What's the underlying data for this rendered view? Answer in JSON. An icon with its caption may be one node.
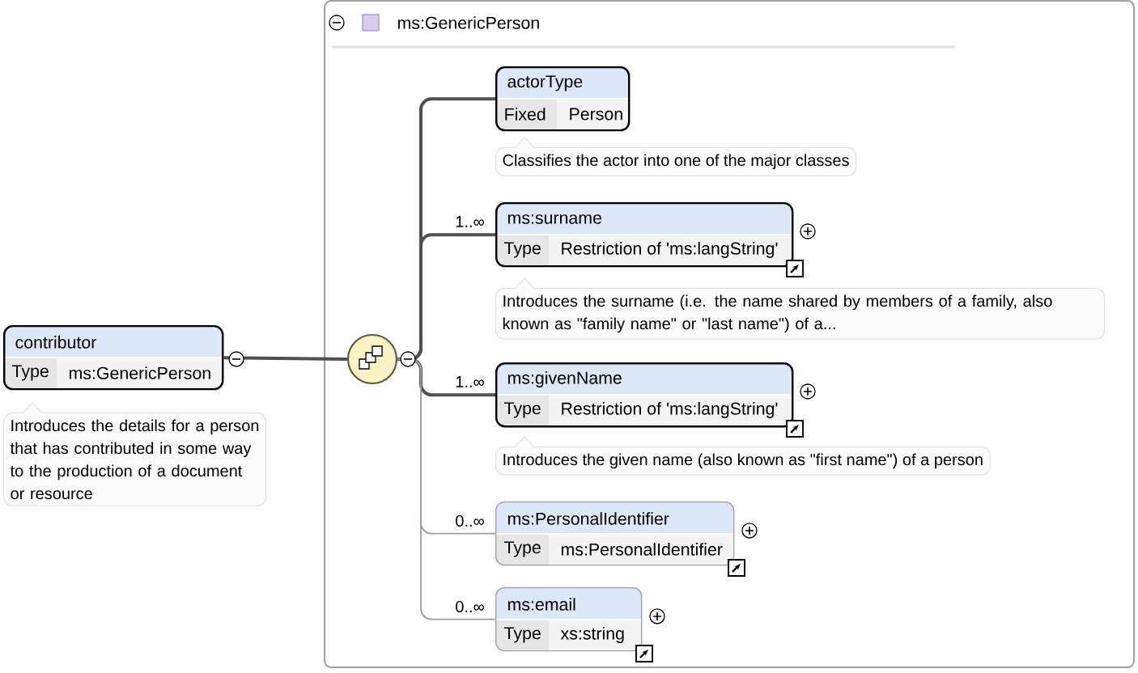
{
  "diagram": {
    "nodes": [
      {
        "text": [
          "contributor",
          "Type",
          "ms:GenericPerson"
        ],
        "beside": [
          "Introduces the details for a person that has contributed in some way to the production of a document or resource"
        ]
      },
      {
        "text": [
          "ms:GenericPerson"
        ]
      },
      {
        "text": [],
        "shape": "circle",
        "in": 1
      },
      {
        "text": [
          "actorType",
          "Fixed",
          "Person"
        ],
        "beside": [
          "Classifies the actor into one of the major classes"
        ],
        "in": 1
      },
      {
        "text": [
          "ms:surname",
          "Type",
          "Restriction of 'ms:langString'"
        ],
        "beside": [
          "Introduces the surname (i.e. the name shared by members of a family, also known as \"family name\" or \"last name\") of a..."
        ],
        "in": 1
      },
      {
        "text": [
          "ms:givenName",
          "Type",
          "Restriction of 'ms:langString'"
        ],
        "beside": [
          "Introduces the given name (also known as \"first name\") of a person"
        ],
        "in": 1
      },
      {
        "text": [
          "ms:PersonalIdentifier",
          "Type",
          "ms:PersonalIdentifier"
        ],
        "in": 1
      },
      {
        "text": [
          "ms:email",
          "Type",
          "xs:string"
        ],
        "in": 1
      }
    ],
    "edges": [
      {
        "from": 0,
        "to": 2,
        "arrow": "none"
      },
      {
        "from": 2,
        "to": 3,
        "arrow": "none"
      },
      {
        "from": 2,
        "to": 4,
        "arrow": "none",
        "label": "1..∞"
      },
      {
        "from": 2,
        "to": 5,
        "arrow": "none",
        "label": "1..∞"
      },
      {
        "from": 2,
        "to": 6,
        "arrow": "none",
        "label": "0..∞",
        "color": "#a0a0a0"
      },
      {
        "from": 2,
        "to": 7,
        "arrow": "none",
        "label": "0..∞",
        "color": "#a0a0a0"
      }
    ]
  }
}
